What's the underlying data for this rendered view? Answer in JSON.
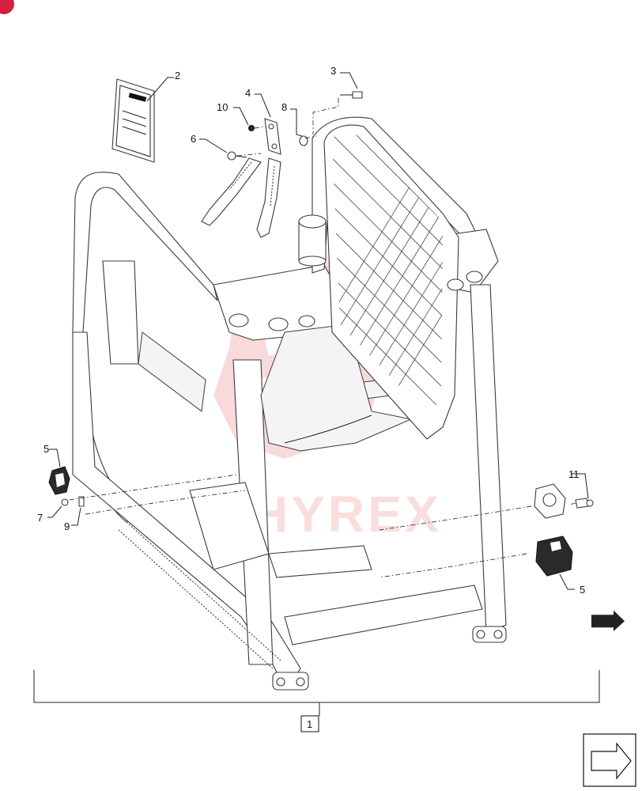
{
  "watermark": {
    "text": "HYREX",
    "color": "#e23a3a"
  },
  "corner_badge_color": "#d4213d",
  "callouts": [
    {
      "id": "2",
      "label": "2"
    },
    {
      "id": "3",
      "label": "3"
    },
    {
      "id": "4",
      "label": "4"
    },
    {
      "id": "8",
      "label": "8"
    },
    {
      "id": "10",
      "label": "10"
    },
    {
      "id": "6",
      "label": "6"
    },
    {
      "id": "5a",
      "label": "5"
    },
    {
      "id": "7",
      "label": "7"
    },
    {
      "id": "9",
      "label": "9"
    },
    {
      "id": "11",
      "label": "11"
    },
    {
      "id": "5b",
      "label": "5"
    },
    {
      "id": "1",
      "label": "1"
    }
  ],
  "nav_icon": "next-page-arrow-icon"
}
